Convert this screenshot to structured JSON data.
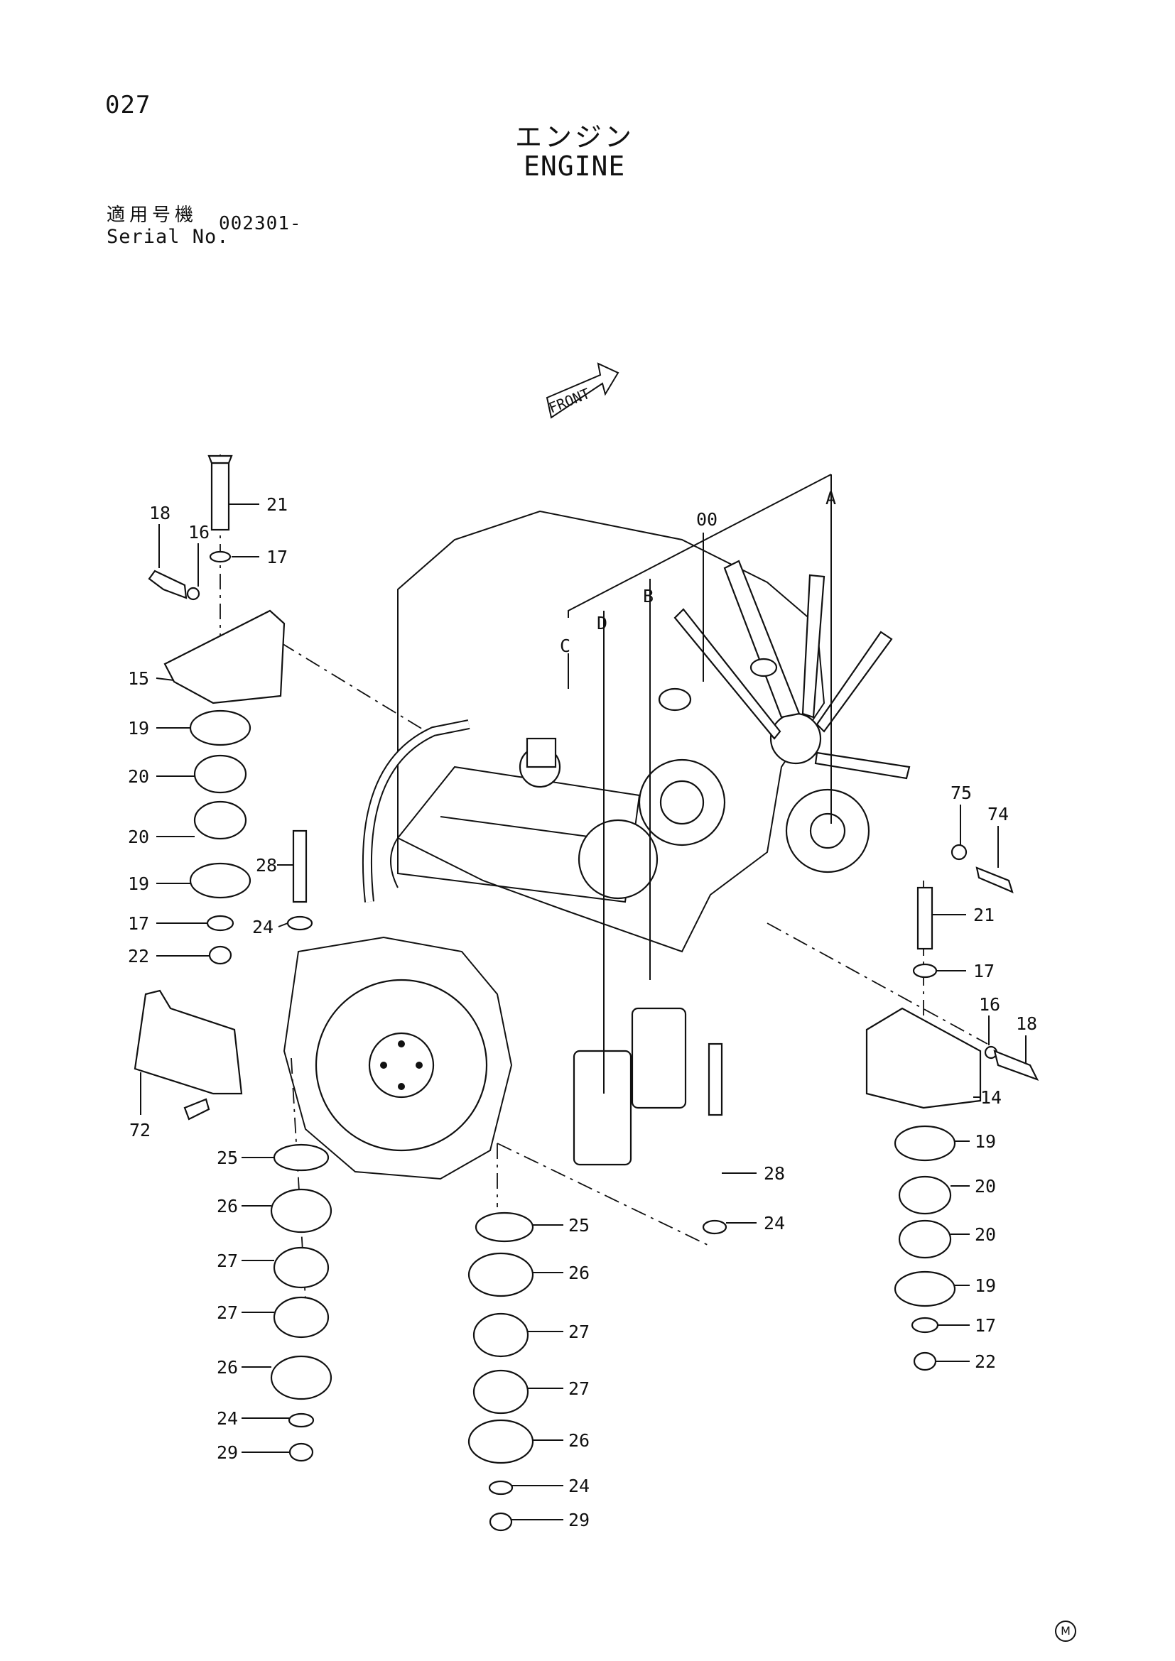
{
  "header": {
    "page_number": "027",
    "title_jp": "エンジン",
    "title_en": "ENGINE",
    "serial_label_jp": "適用号機",
    "serial_label_en": "Serial No.",
    "serial_value": "002301-"
  },
  "front_arrow": "FRONT",
  "footer_mark": "M",
  "callouts": [
    "00",
    "A",
    "B",
    "C",
    "D",
    "14",
    "15",
    "16",
    "16",
    "17",
    "17",
    "17",
    "17",
    "18",
    "18",
    "19",
    "19",
    "19",
    "19",
    "20",
    "20",
    "20",
    "20",
    "21",
    "21",
    "22",
    "22",
    "24",
    "24",
    "24",
    "24",
    "25",
    "25",
    "26",
    "26",
    "26",
    "26",
    "27",
    "27",
    "27",
    "27",
    "28",
    "28",
    "29",
    "29",
    "72",
    "74",
    "75"
  ]
}
